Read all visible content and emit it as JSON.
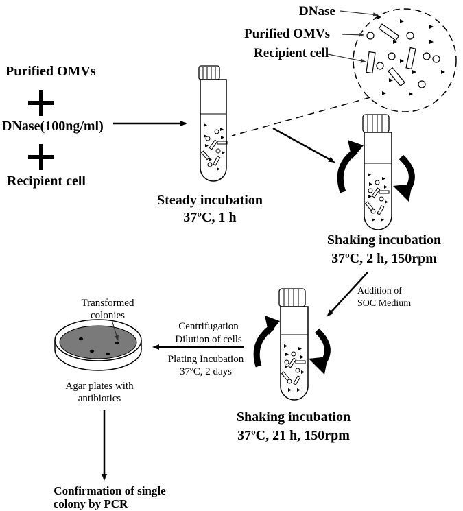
{
  "inputs": {
    "omvs": "Purified OMVs",
    "plus": "+",
    "dnase": "DNase(100ng/ml)",
    "recipient": "Recipient cell"
  },
  "zoom_labels": {
    "dnase": "DNase",
    "omvs": "Purified OMVs",
    "recipient": "Recipient cell"
  },
  "steps": {
    "steady": {
      "title": "Steady incubation",
      "conditions": "37ºC, 1 h"
    },
    "shaking1": {
      "title": "Shaking incubation",
      "conditions": "37ºC, 2 h, 150rpm"
    },
    "soc": {
      "line1": "Addition of",
      "line2": "SOC Medium"
    },
    "shaking2": {
      "title": "Shaking incubation",
      "conditions": "37ºC, 21 h, 150rpm"
    },
    "centrifuge": {
      "line1": "Centrifugation",
      "line2": "Dilution of cells"
    },
    "plating": {
      "line1": "Plating Incubation",
      "line2": "37ºC, 2 days"
    },
    "colonies": {
      "line1": "Transformed",
      "line2": "colonies"
    },
    "plate": {
      "line1": "Agar plates with",
      "line2": "antibiotics"
    },
    "pcr": {
      "line1": "Confirmation of single",
      "line2": "colony by PCR"
    }
  }
}
